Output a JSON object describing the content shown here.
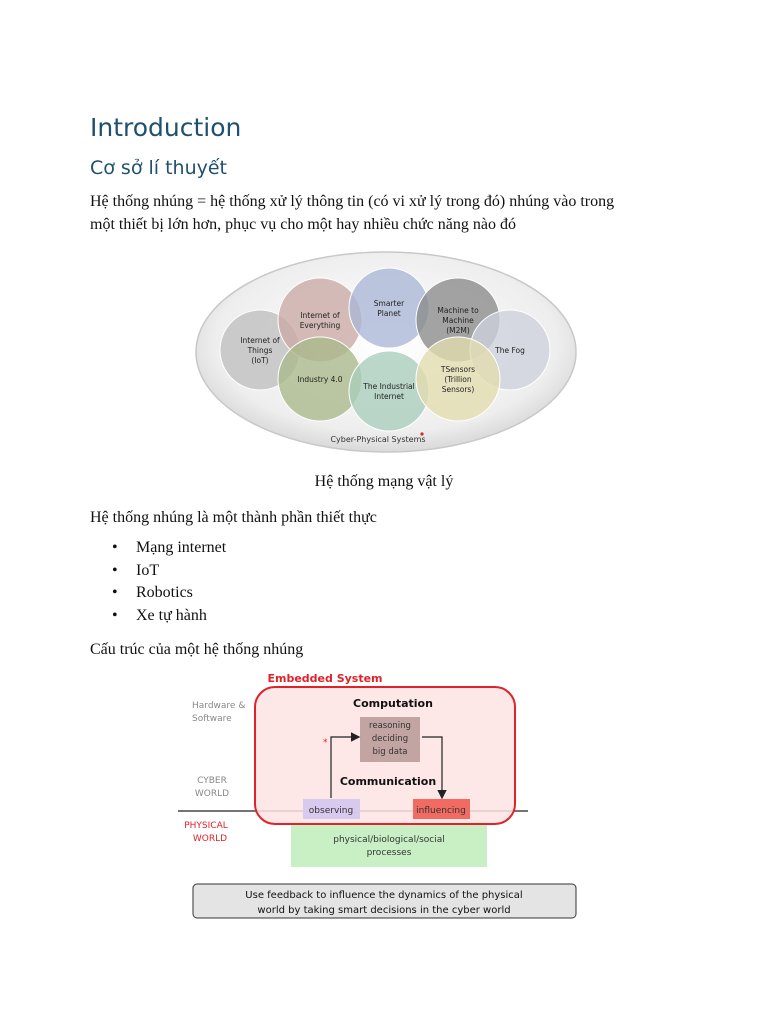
{
  "heading": "Introduction",
  "subheading": "Cơ sở lí thuyết",
  "intro_lines": [
    "Hệ thống nhúng = hệ thống xử lý thông tin (có vi xử lý trong đó) nhúng vào trong",
    "một thiết bị  lớn hơn, phục vụ cho một hay nhiều chức năng nào đó"
  ],
  "figure1": {
    "circles": [
      {
        "label": "Internet of Things (IoT)",
        "lines": [
          "Internet of",
          "Things",
          "(IoT)"
        ],
        "color": "#bfbfbf"
      },
      {
        "label": "Internet of Everything",
        "lines": [
          "Internet of",
          "Everything"
        ],
        "color": "#c9a9a5"
      },
      {
        "label": "Smarter Planet",
        "lines": [
          "Smarter",
          "Planet"
        ],
        "color": "#a9b7d6"
      },
      {
        "label": "Machine to Machine (M2M)",
        "lines": [
          "Machine to",
          "Machine",
          "(M2M)"
        ],
        "color": "#8a8a8a"
      },
      {
        "label": "The Fog",
        "lines": [
          "The Fog"
        ],
        "color": "#cdd1dc"
      },
      {
        "label": "Industry 4.0",
        "lines": [
          "Industry 4.0"
        ],
        "color": "#a8b889"
      },
      {
        "label": "The Industrial Internet",
        "lines": [
          "The Industrial",
          "Internet"
        ],
        "color": "#a9cdbd"
      },
      {
        "label": "TSensors (Trillion Sensors)",
        "lines": [
          "TSensors",
          "(Trillion",
          "Sensors)"
        ],
        "color": "#e3dcae"
      }
    ],
    "outer_label": "Cyber-Physical Systems"
  },
  "figure1_caption": "Hệ thống mạng vật lý",
  "para2": "Hệ thống nhúng là một thành phần thiết thực",
  "bullets": [
    "Mạng internet",
    "IoT",
    "Robotics",
    "Xe tự hành"
  ],
  "para3": "Cấu trúc của một hệ thống nhúng",
  "figure2": {
    "title": "Embedded System",
    "left_labels": {
      "hw_sw": [
        "Hardware &",
        "Software"
      ],
      "cyber": [
        "CYBER",
        "WORLD"
      ],
      "physical": [
        "PHYSICAL",
        "WORLD"
      ]
    },
    "computation": "Computation",
    "reasoning": [
      "reasoning",
      "deciding",
      "big data"
    ],
    "communication": "Communication",
    "observing": "observing",
    "influencing": "influencing",
    "processes": [
      "physical/biological/social",
      "processes"
    ],
    "feedback": [
      "Use feedback to influence the dynamics of the physical",
      "world by taking smart decisions in the cyber world"
    ],
    "colors": {
      "title_red": "#e0222a",
      "embedded_fill": "#fde3e3",
      "observing_fill": "#d8c9ef",
      "influencing_fill": "#f26b62",
      "reasoning_fill": "#c2a5a2",
      "processes_fill": "#c9f0c4",
      "feedback_fill": "#e4e4e4"
    }
  }
}
